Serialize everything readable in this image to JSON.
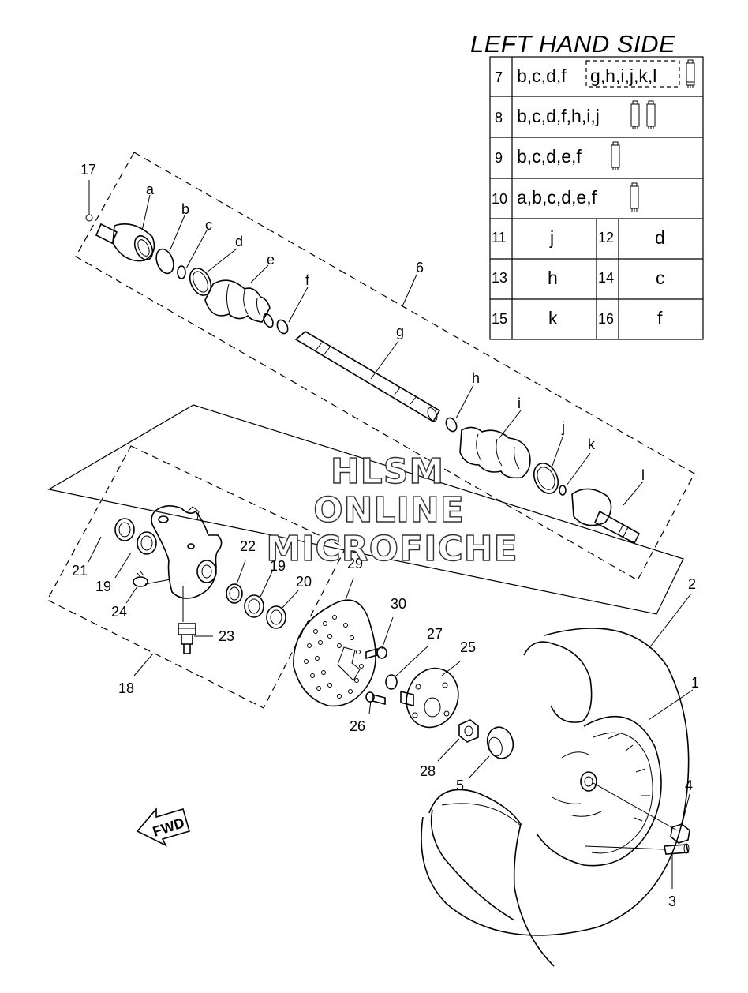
{
  "title": "LEFT HAND SIDE",
  "watermark": [
    "HLSM",
    "ONLINE",
    "MICROFICHE"
  ],
  "fwd_label": "FWD",
  "kit_table": {
    "rows": [
      {
        "num": "7",
        "parts": "b,c,d,f",
        "boxed": "g,h,i,j,k,l",
        "grease_tubes": 1
      },
      {
        "num": "8",
        "parts": "b,c,d,f,h,i,j",
        "boxed": "",
        "grease_tubes": 2
      },
      {
        "num": "9",
        "parts": "b,c,d,e,f",
        "boxed": "",
        "grease_tubes": 1
      },
      {
        "num": "10",
        "parts": "a,b,c,d,e,f",
        "boxed": "",
        "grease_tubes": 1
      }
    ],
    "pairs": [
      {
        "n1": "11",
        "v1": "j",
        "n2": "12",
        "v2": "d"
      },
      {
        "n1": "13",
        "v1": "h",
        "n2": "14",
        "v2": "c"
      },
      {
        "n1": "15",
        "v1": "k",
        "n2": "16",
        "v2": "f"
      }
    ]
  },
  "callouts": {
    "n17": "17",
    "n6": "6",
    "n2": "2",
    "n1": "1",
    "n4": "4",
    "n3": "3",
    "n5": "5",
    "n28": "28",
    "n25": "25",
    "n26": "26",
    "n27": "27",
    "n30": "30",
    "n29": "29",
    "n18": "18",
    "n21": "21",
    "n19a": "19",
    "n24": "24",
    "n23": "23",
    "n22": "22",
    "n19b": "19",
    "n20": "20"
  },
  "letters": {
    "a": "a",
    "b": "b",
    "c": "c",
    "d": "d",
    "e": "e",
    "f": "f",
    "g": "g",
    "h": "h",
    "i": "i",
    "j": "j",
    "k": "k",
    "l": "l"
  }
}
